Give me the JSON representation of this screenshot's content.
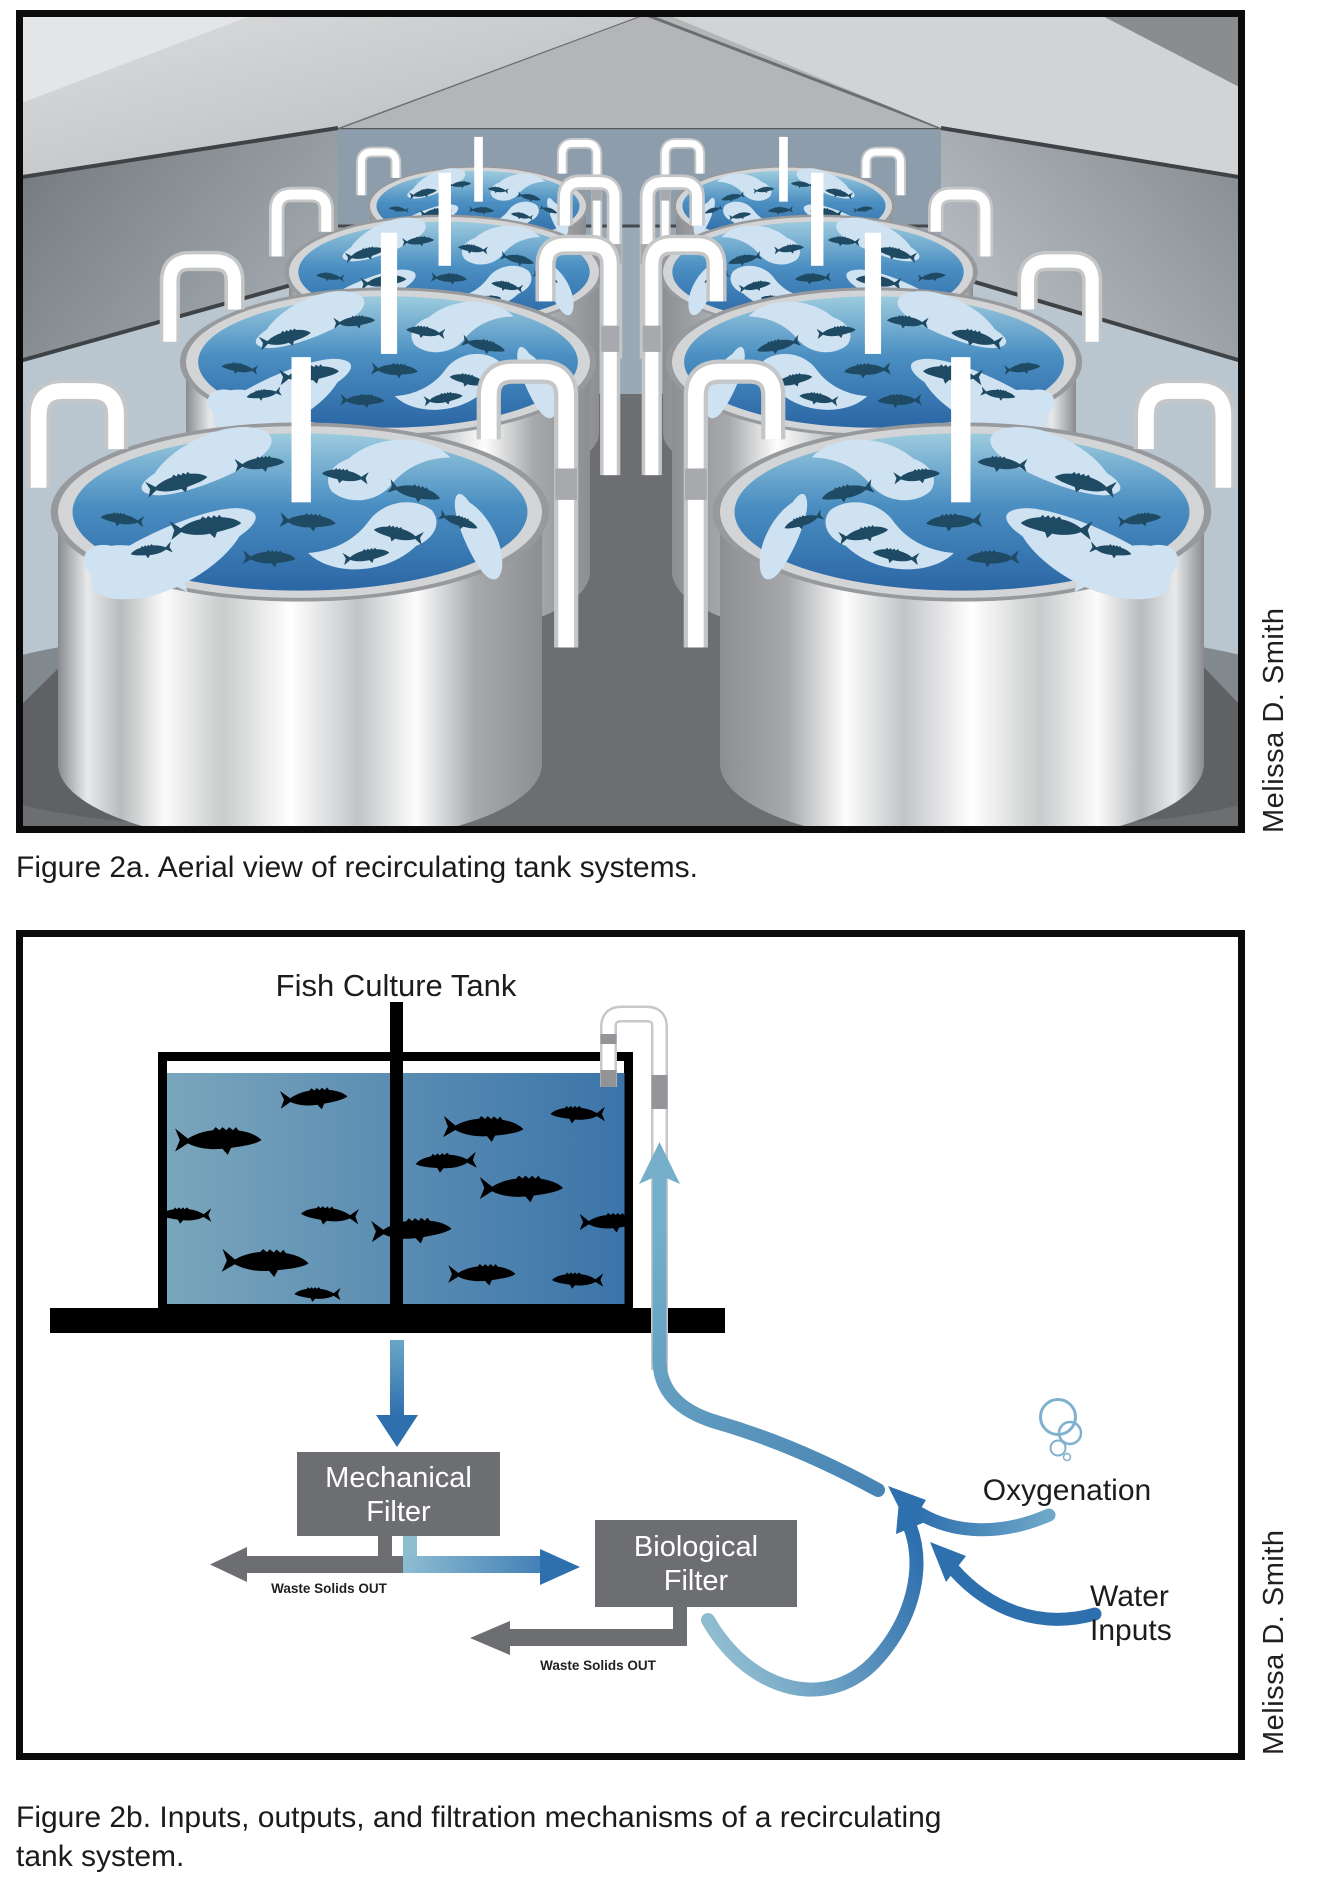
{
  "figure_2a": {
    "caption": "Figure 2a. Aerial view of recirculating tank systems.",
    "credit": "Melissa D. Smith",
    "colors": {
      "wall_gray_blue": "#9aa9b6",
      "lower_wall": "#b9c6cf",
      "floor_gray": "#6d6e71",
      "tank_metal": "#c9cbcc",
      "tank_water": "#4b8fc2"
    }
  },
  "figure_2b": {
    "caption_lines": [
      "Figure 2b. Inputs, outputs, and filtration mechanisms of a recirculating",
      "tank system."
    ],
    "credit": "Melissa D. Smith",
    "labels": {
      "fish_culture_tank": "Fish Culture Tank",
      "mechanical_filter": [
        "Mechanical",
        "Filter"
      ],
      "biological_filter": [
        "Biological",
        "Filter"
      ],
      "waste_solids_out_mechanical": "Waste Solids OUT",
      "waste_solids_out_biological": "Waste Solids OUT",
      "oxygenation": "Oxygenation",
      "water_inputs": [
        "Water",
        "Inputs"
      ]
    },
    "colors": {
      "filter_box_gray": "#6d6e71",
      "waste_arrow_gray": "#6d6e71",
      "flow_blue": "#2e6fae",
      "flow_light_blue": "#74aec9",
      "tank_water_left": "#7aa6bc",
      "tank_water_right": "#3b74a9"
    }
  }
}
